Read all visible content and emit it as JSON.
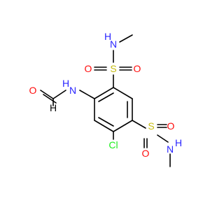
{
  "colors": {
    "bond": "#000000",
    "N": "#2a25ff",
    "O": "#ff0d0d",
    "S": "#c6bc10",
    "Cl": "#1fef1f",
    "C": "#000000",
    "H": "#2a25ff"
  },
  "atoms": {
    "top_amide_n": {
      "symbol": "N",
      "h": "H"
    },
    "top_s": {
      "symbol": "S"
    },
    "top_o_left": {
      "symbol": "O"
    },
    "top_o_right": {
      "symbol": "O"
    },
    "formamide_n": {
      "symbol": "N",
      "h": "H"
    },
    "formyl_o": {
      "symbol": "O"
    },
    "formyl_h": {
      "symbol": "H"
    },
    "bottom_s": {
      "symbol": "S"
    },
    "bottom_o_left": {
      "symbol": "O"
    },
    "bottom_o_right": {
      "symbol": "O"
    },
    "bottom_amide_n": {
      "symbol": "N",
      "h": "H"
    },
    "chlorine": {
      "symbol": "Cl"
    }
  }
}
